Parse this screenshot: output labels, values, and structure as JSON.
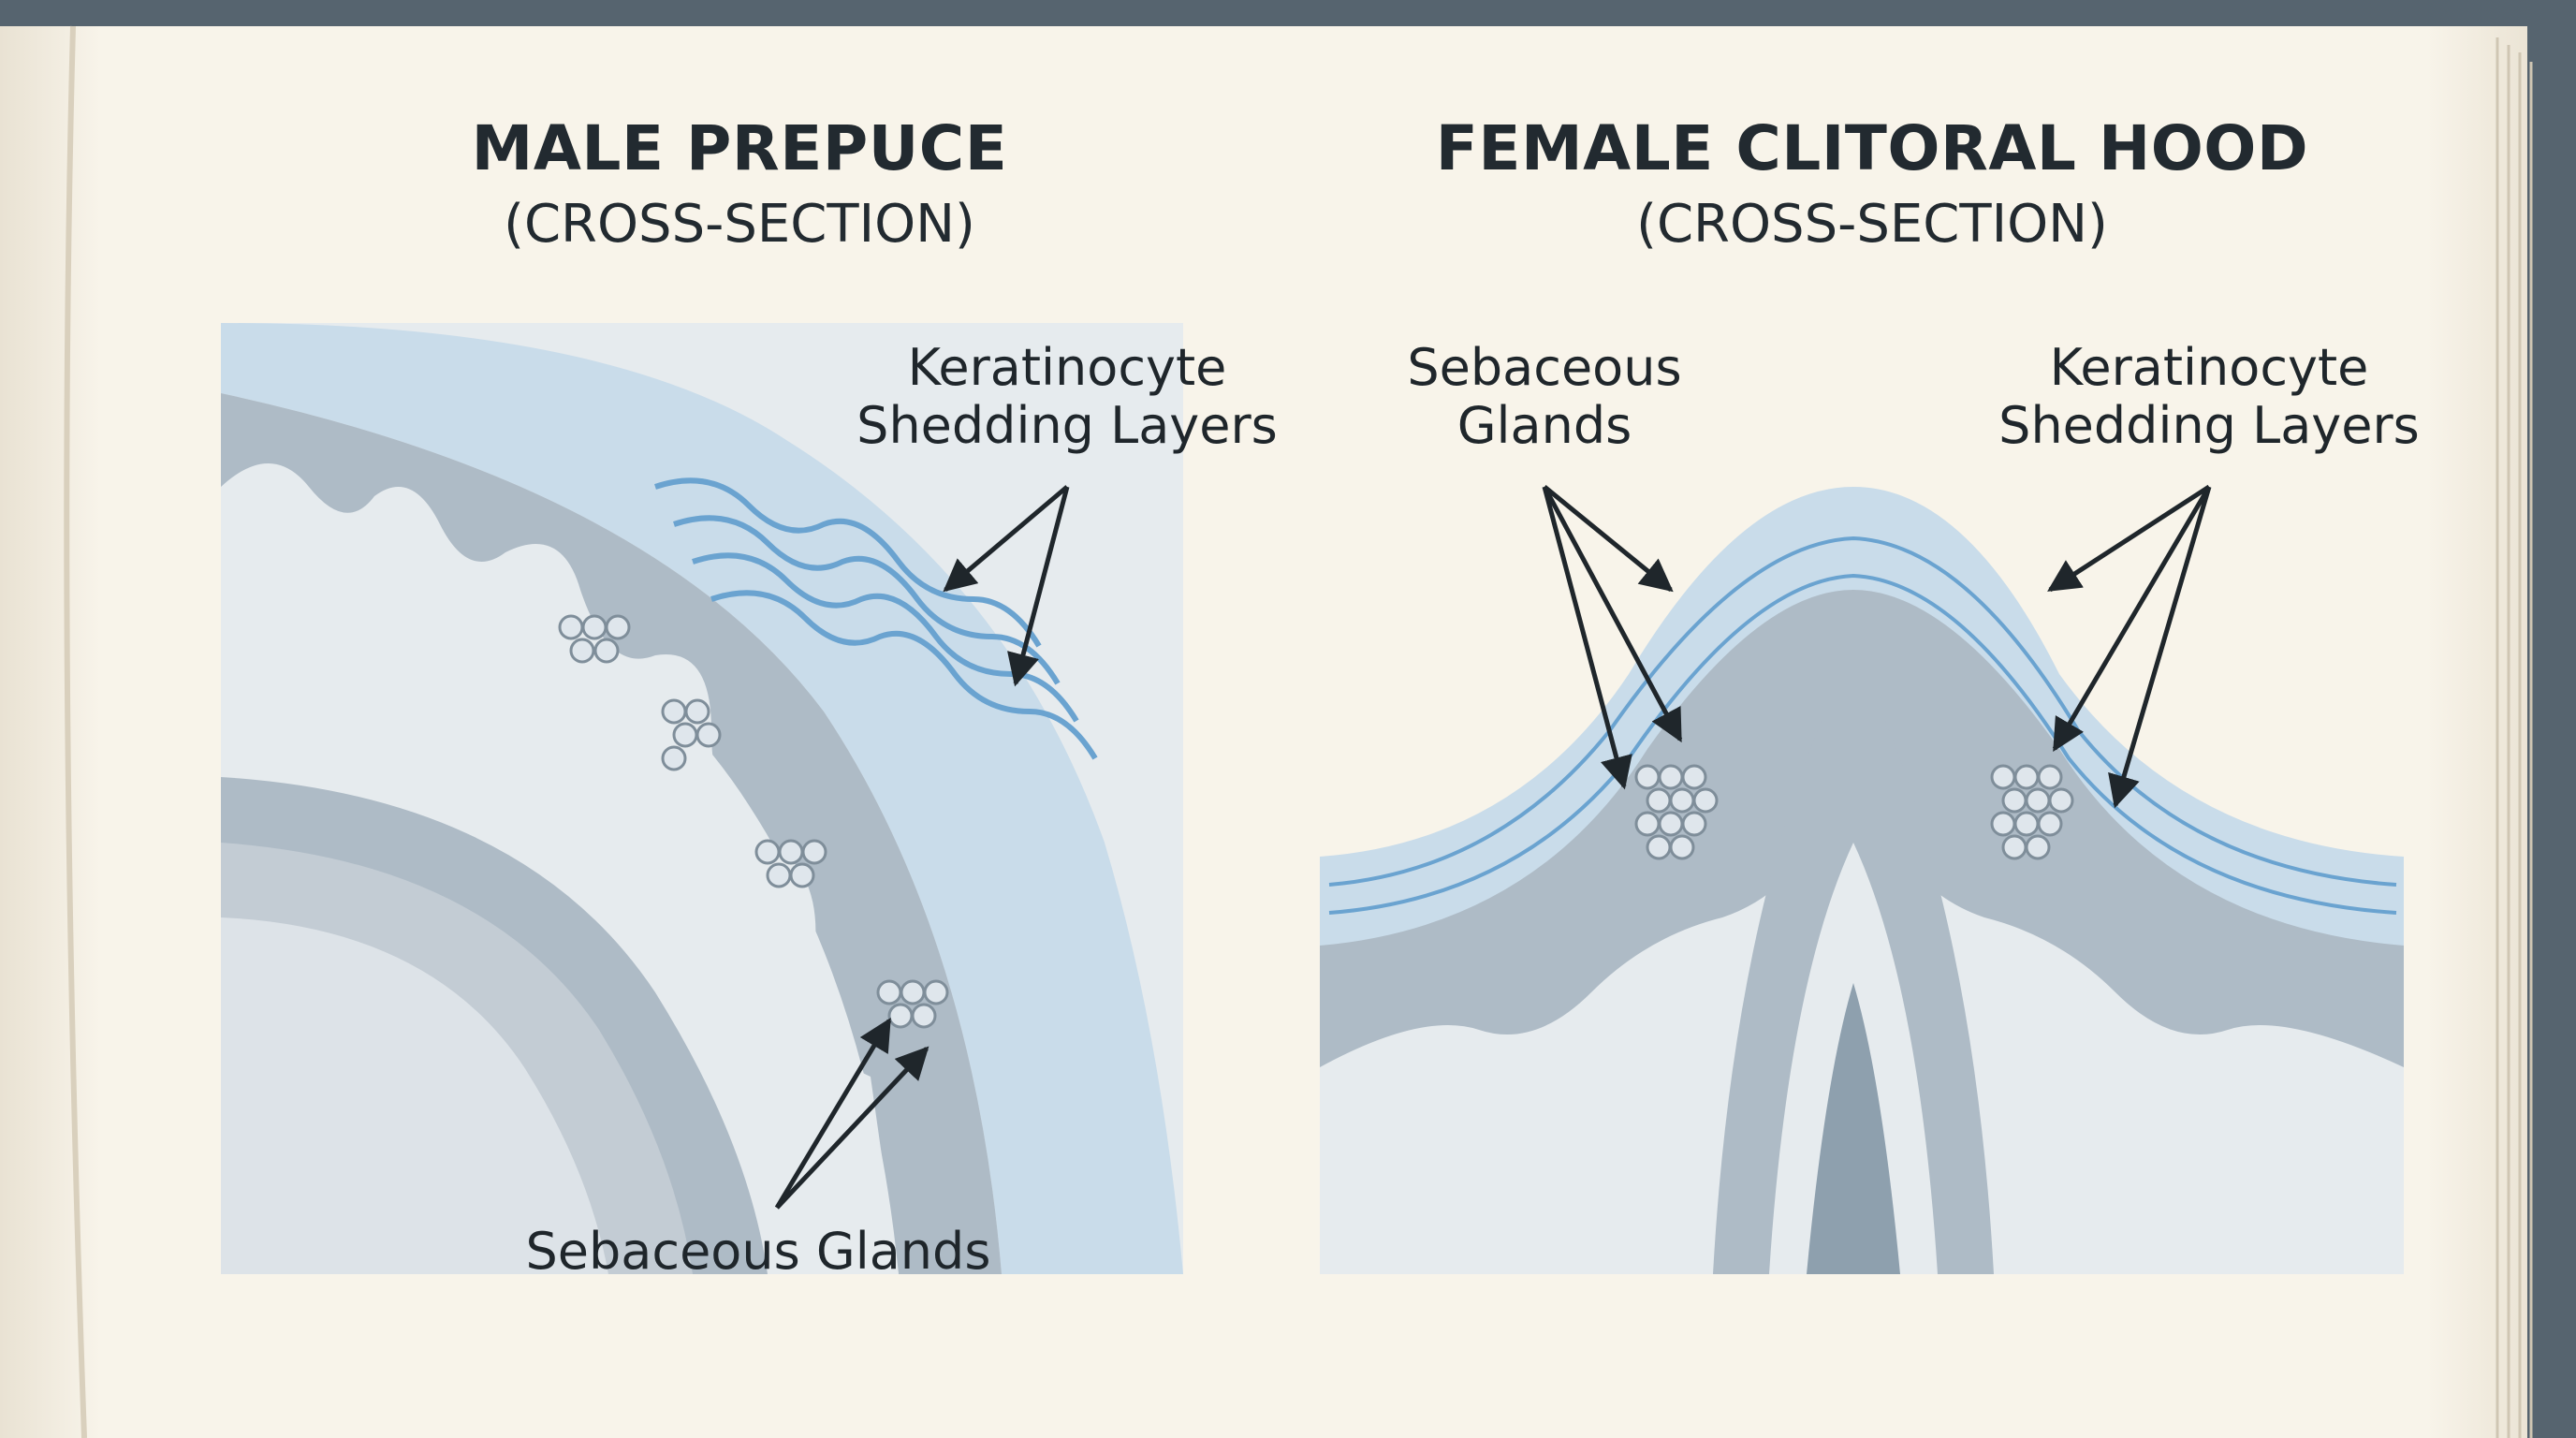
{
  "panels": {
    "male": {
      "title": "MALE PREPUCE",
      "subtitle": "(CROSS-SECTION)",
      "label_keratinocyte": [
        "Keratinocyte",
        "Shedding Layers"
      ],
      "label_sebaceous": "Sebaceous Glands"
    },
    "female": {
      "title": "FEMALE CLITORAL HOOD",
      "subtitle": "(CROSS-SECTION)",
      "label_sebaceous": [
        "Sebaceous",
        "Glands"
      ],
      "label_keratinocyte": [
        "Keratinocyte",
        "Shedding Layers"
      ]
    }
  },
  "colors": {
    "page": "#f8f4ea",
    "desk": "#56646f",
    "epidermis_blue": "#c9dcea",
    "tissue_gray": "#aebbc6",
    "dermis_light": "#e6ebee",
    "line_blue": "#6aa3d0",
    "ink": "#1f262b"
  }
}
